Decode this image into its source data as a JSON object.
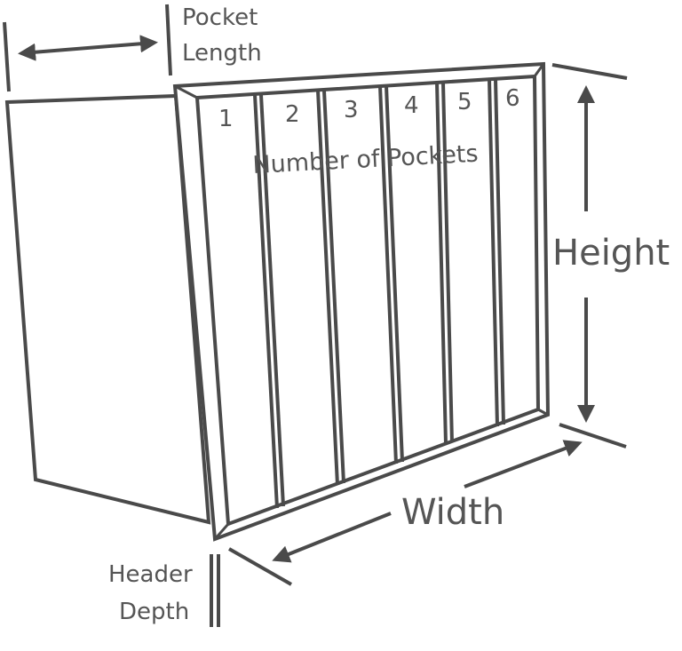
{
  "labels": {
    "pocket_length_line1": "Pocket",
    "pocket_length_line2": "Length",
    "number_of_pockets": "Number of Pockets",
    "height": "Height",
    "width": "Width",
    "header_depth_line1": "Header",
    "header_depth_line2": "Depth"
  },
  "pockets": [
    "1",
    "2",
    "3",
    "4",
    "5",
    "6"
  ],
  "colors": {
    "line": "#4a4a4a",
    "text": "#555555",
    "background": "#ffffff"
  }
}
